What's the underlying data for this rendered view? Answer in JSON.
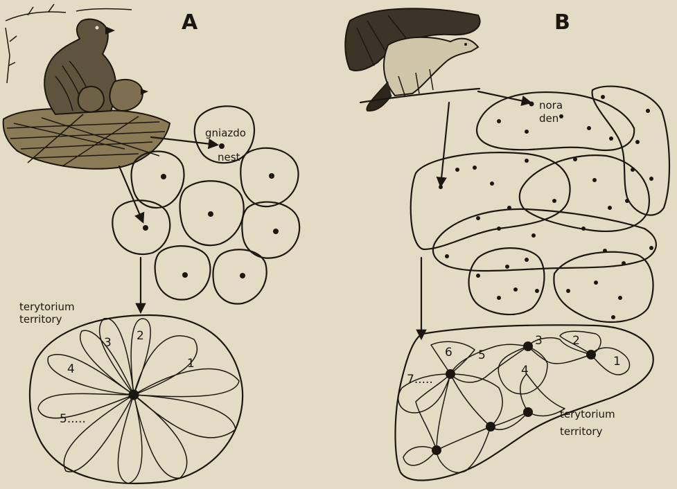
{
  "panel_a": {
    "title": "A",
    "nest_label_pl": "gniazdo",
    "nest_label_en": "nest",
    "territory_label_pl": "terytorium",
    "territory_label_en": "territory",
    "sector_labels": [
      "1",
      "2",
      "3",
      "4",
      "5....."
    ]
  },
  "panel_b": {
    "title": "B",
    "den_label_pl": "nora",
    "den_label_en": "den",
    "territory_label_pl": "terytorium",
    "territory_label_en": "territory",
    "zone_labels": [
      "1",
      "2",
      "3",
      "4",
      "5",
      "6",
      "7....."
    ]
  },
  "illustrations": {
    "panel_a": "eagle-with-chicks-on-nest",
    "panel_b": "weasel-on-branch"
  },
  "colors": {
    "paper": "#e3dbc3",
    "ink": "#1b1710"
  }
}
